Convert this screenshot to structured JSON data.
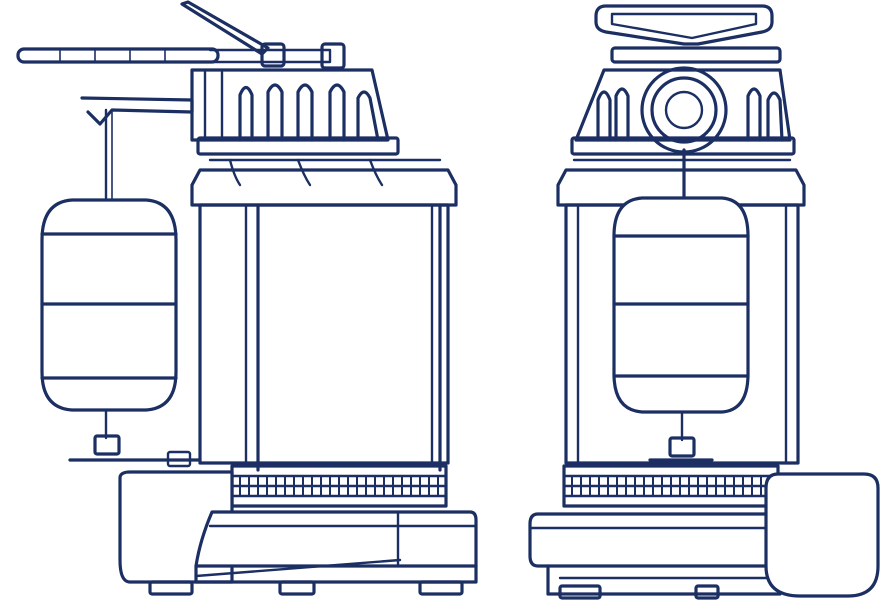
{
  "figure": {
    "description_colors": {
      "line": "#1c2f63",
      "background": "#ffffff"
    },
    "views": [
      {
        "name": "side-view",
        "icon": "sump-pump-side-view"
      },
      {
        "name": "front-view",
        "icon": "sump-pump-front-view"
      }
    ]
  }
}
